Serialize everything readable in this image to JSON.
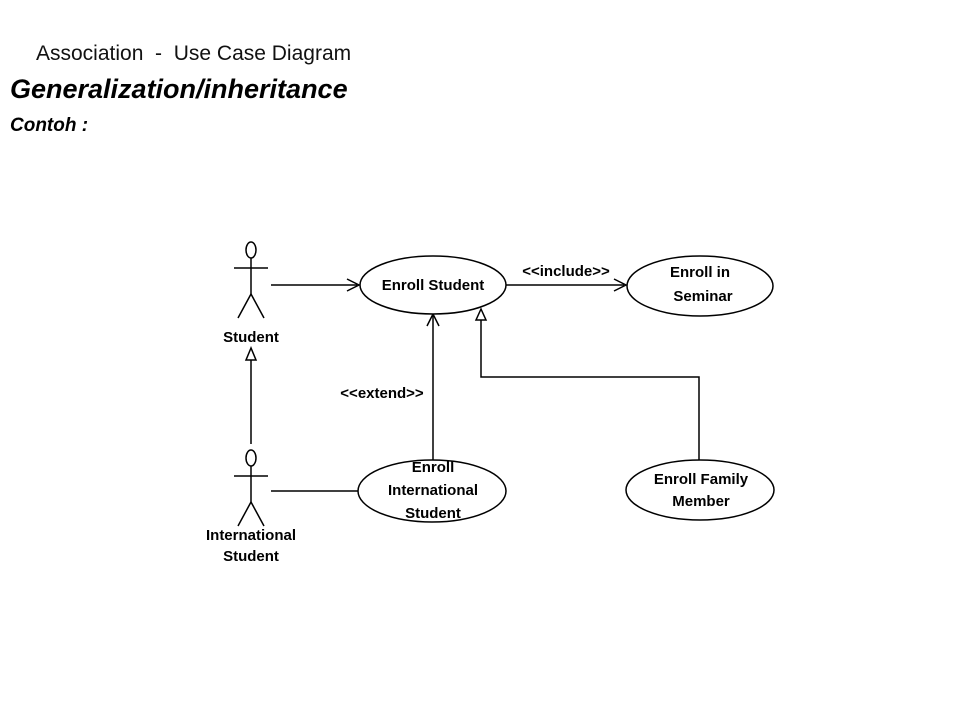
{
  "header": {
    "title": "Association  -  Use Case Diagram",
    "heading": "Generalization/inheritance",
    "subheading": "Contoh :"
  },
  "diagram": {
    "actors": {
      "student": "Student",
      "international_student_line1": "International",
      "international_student_line2": "Student"
    },
    "use_cases": {
      "enroll_student": "Enroll Student",
      "enroll_in_seminar_line1": "Enroll in",
      "enroll_in_seminar_line2": "Seminar",
      "enroll_international_student_line1": "Enroll",
      "enroll_international_student_line2": "International",
      "enroll_international_student_line3": "Student",
      "enroll_family_member_line1": "Enroll Family",
      "enroll_family_member_line2": "Member"
    },
    "relations": {
      "include_label": "<<include>>",
      "extend_label": "<<extend>>"
    }
  }
}
